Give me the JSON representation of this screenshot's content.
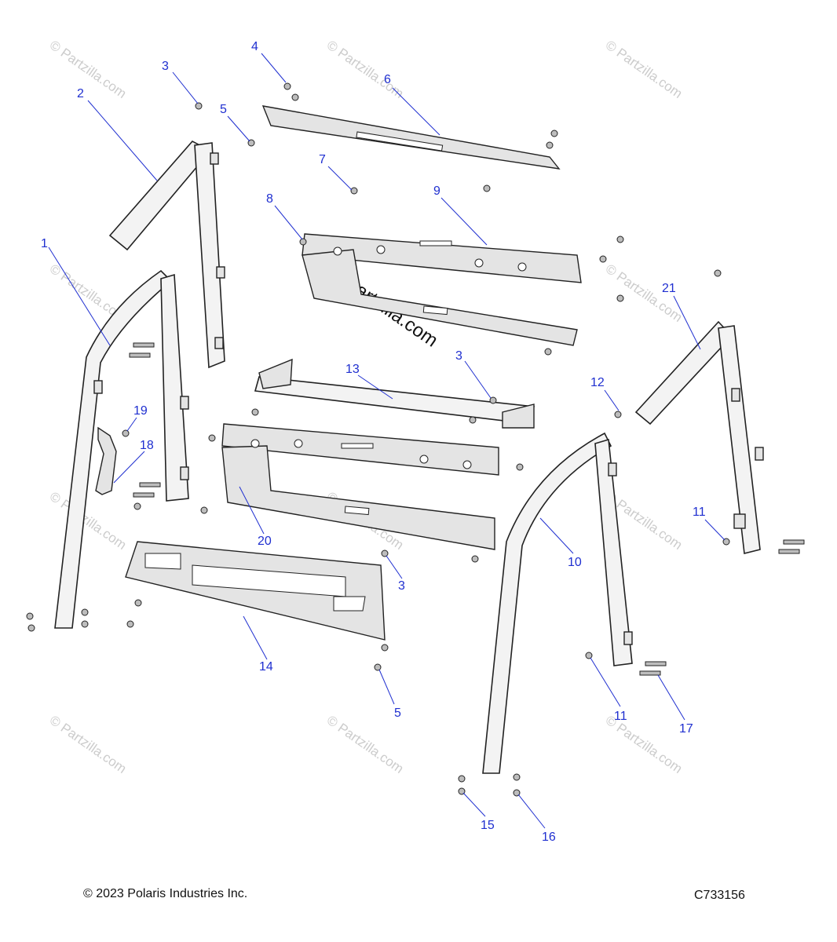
{
  "watermark": {
    "text": "© Partzilla.com",
    "center_text": "© Partzilla.com"
  },
  "callouts": [
    {
      "label": "1"
    },
    {
      "label": "2"
    },
    {
      "label": "3"
    },
    {
      "label": "4"
    },
    {
      "label": "5"
    },
    {
      "label": "6"
    },
    {
      "label": "7"
    },
    {
      "label": "8"
    },
    {
      "label": "9"
    },
    {
      "label": "13"
    },
    {
      "label": "3"
    },
    {
      "label": "12"
    },
    {
      "label": "21"
    },
    {
      "label": "19"
    },
    {
      "label": "18"
    },
    {
      "label": "20"
    },
    {
      "label": "3"
    },
    {
      "label": "10"
    },
    {
      "label": "11"
    },
    {
      "label": "14"
    },
    {
      "label": "5"
    },
    {
      "label": "11"
    },
    {
      "label": "17"
    },
    {
      "label": "15"
    },
    {
      "label": "16"
    }
  ],
  "footer": {
    "copyright": "© 2023 Polaris Industries Inc.",
    "diagram_code": "C733156"
  }
}
